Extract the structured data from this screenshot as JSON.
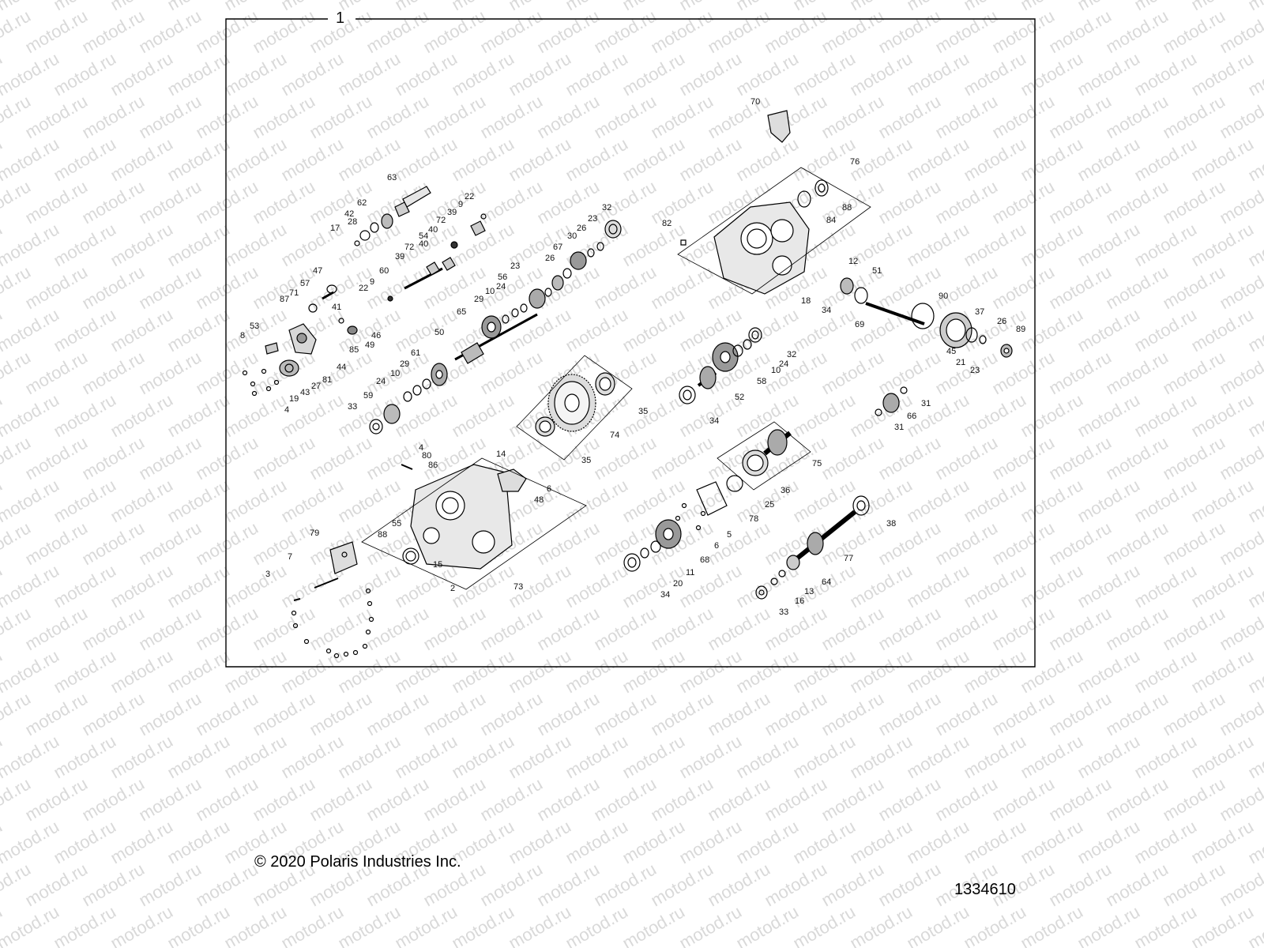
{
  "watermark": "motod.ru",
  "assembly_label": "1",
  "copyright": "© 2020 Polaris Industries Inc.",
  "doc_number": "1334610",
  "callouts": {
    "c63": "63",
    "c62": "62",
    "c42": "42",
    "c28": "28",
    "c17": "17",
    "c22a": "22",
    "c9a": "9",
    "c39a": "39",
    "c72a": "72",
    "c54": "54",
    "c40a": "40",
    "c40b": "40",
    "c72b": "72",
    "c39b": "39",
    "c60": "60",
    "c9b": "9",
    "c22b": "22",
    "c47": "47",
    "c57": "57",
    "c87": "87",
    "c71": "71",
    "c41": "41",
    "c46": "46",
    "c85": "85",
    "c49": "49",
    "c53": "53",
    "c8": "8",
    "c44": "44",
    "c81": "81",
    "c27": "27",
    "c43": "43",
    "c19": "19",
    "c4a": "4",
    "c32a": "32",
    "c23a": "23",
    "c26a": "26",
    "c30": "30",
    "c67": "67",
    "c26b": "26",
    "c23b": "23",
    "c56": "56",
    "c24a": "24",
    "c10a": "10",
    "c29a": "29",
    "c65": "65",
    "c50": "50",
    "c61": "61",
    "c29b": "29",
    "c10b": "10",
    "c24b": "24",
    "c59": "59",
    "c33a": "33",
    "c35a": "35",
    "c35b": "35",
    "c74": "74",
    "c4b": "4",
    "c80": "80",
    "c86": "86",
    "c14": "14",
    "c6a": "6",
    "c48": "48",
    "c55": "55",
    "c88a": "88",
    "c15": "15",
    "c2": "2",
    "c73": "73",
    "c79": "79",
    "c7": "7",
    "c3": "3",
    "c70": "70",
    "c76": "76",
    "c88b": "88",
    "c84": "84",
    "c82": "82",
    "c12": "12",
    "c51": "51",
    "c18": "18",
    "c34a": "34",
    "c90": "90",
    "c69": "69",
    "c37": "37",
    "c26c": "26",
    "c89": "89",
    "c45": "45",
    "c21": "21",
    "c23c": "23",
    "c32b": "32",
    "c24c": "24",
    "c10c": "10",
    "c58": "58",
    "c52": "52",
    "c34b": "34",
    "c31a": "31",
    "c66": "66",
    "c31b": "31",
    "c75": "75",
    "c36": "36",
    "c25": "25",
    "c78": "78",
    "c5": "5",
    "c6b": "6",
    "c68": "68",
    "c11": "11",
    "c20": "20",
    "c34c": "34",
    "c38": "38",
    "c77": "77",
    "c64": "64",
    "c13": "13",
    "c16": "16",
    "c33b": "33"
  }
}
